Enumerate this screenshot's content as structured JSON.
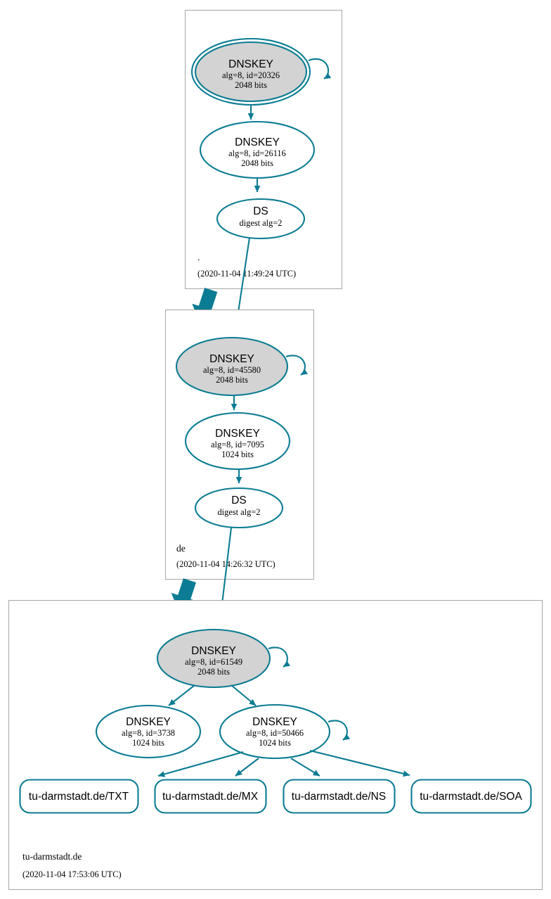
{
  "diagram": {
    "kind": "dnssec-authentication-chain",
    "colors": {
      "accent": "#0b7c93",
      "secure_key_fill": "#d3d3d3",
      "zone_border": "#a6a6a6",
      "node_fill": "#ffffff",
      "text": "#000000"
    }
  },
  "zones": [
    {
      "id": "root",
      "label": ".",
      "timestamp": "(2020-11-04 11:49:24 UTC)",
      "nodes": [
        {
          "id": "root-ksk",
          "type": "DNSKEY",
          "title": "DNSKEY",
          "line2": "alg=8, id=20326",
          "line3": "2048 bits",
          "alg": 8,
          "key_id": 20326,
          "bits": 2048,
          "role": "trust-anchor-ksk",
          "trust_anchor": true,
          "self_signed": true,
          "fill": "#d3d3d3"
        },
        {
          "id": "root-zsk",
          "type": "DNSKEY",
          "title": "DNSKEY",
          "line2": "alg=8, id=26116",
          "line3": "2048 bits",
          "alg": 8,
          "key_id": 26116,
          "bits": 2048,
          "role": "zsk",
          "trust_anchor": false,
          "self_signed": false,
          "fill": "#ffffff"
        },
        {
          "id": "root-ds",
          "type": "DS",
          "title": "DS",
          "line2": "digest alg=2",
          "line3": "",
          "role": "ds",
          "digest_alg": 2,
          "fill": "#ffffff"
        }
      ]
    },
    {
      "id": "de",
      "label": "de",
      "timestamp": "(2020-11-04 14:26:32 UTC)",
      "nodes": [
        {
          "id": "de-ksk",
          "type": "DNSKEY",
          "title": "DNSKEY",
          "line2": "alg=8, id=45580",
          "line3": "2048 bits",
          "alg": 8,
          "key_id": 45580,
          "bits": 2048,
          "role": "ksk",
          "trust_anchor": false,
          "self_signed": true,
          "fill": "#d3d3d3"
        },
        {
          "id": "de-zsk",
          "type": "DNSKEY",
          "title": "DNSKEY",
          "line2": "alg=8, id=7095",
          "line3": "1024 bits",
          "alg": 8,
          "key_id": 7095,
          "bits": 1024,
          "role": "zsk",
          "trust_anchor": false,
          "self_signed": false,
          "fill": "#ffffff"
        },
        {
          "id": "de-ds",
          "type": "DS",
          "title": "DS",
          "line2": "digest alg=2",
          "line3": "",
          "role": "ds",
          "digest_alg": 2,
          "fill": "#ffffff"
        }
      ]
    },
    {
      "id": "tud",
      "label": "tu-darmstadt.de",
      "timestamp": "(2020-11-04 17:53:06 UTC)",
      "nodes": [
        {
          "id": "tud-ksk",
          "type": "DNSKEY",
          "title": "DNSKEY",
          "line2": "alg=8, id=61549",
          "line3": "2048 bits",
          "alg": 8,
          "key_id": 61549,
          "bits": 2048,
          "role": "ksk",
          "trust_anchor": false,
          "self_signed": true,
          "fill": "#d3d3d3"
        },
        {
          "id": "tud-zsk-3738",
          "type": "DNSKEY",
          "title": "DNSKEY",
          "line2": "alg=8, id=3738",
          "line3": "1024 bits",
          "alg": 8,
          "key_id": 3738,
          "bits": 1024,
          "role": "zsk",
          "trust_anchor": false,
          "self_signed": false,
          "fill": "#ffffff"
        },
        {
          "id": "tud-zsk-50466",
          "type": "DNSKEY",
          "title": "DNSKEY",
          "line2": "alg=8, id=50466",
          "line3": "1024 bits",
          "alg": 8,
          "key_id": 50466,
          "bits": 1024,
          "role": "zsk",
          "trust_anchor": false,
          "self_signed": true,
          "fill": "#ffffff"
        }
      ],
      "rrsets": [
        {
          "id": "rr-txt",
          "label": "tu-darmstadt.de/TXT",
          "rrtype": "TXT"
        },
        {
          "id": "rr-mx",
          "label": "tu-darmstadt.de/MX",
          "rrtype": "MX"
        },
        {
          "id": "rr-ns",
          "label": "tu-darmstadt.de/NS",
          "rrtype": "NS"
        },
        {
          "id": "rr-soa",
          "label": "tu-darmstadt.de/SOA",
          "rrtype": "SOA"
        }
      ]
    }
  ],
  "edges": [
    {
      "from": "root-ksk",
      "to": "root-ksk",
      "kind": "self-sign"
    },
    {
      "from": "root-ksk",
      "to": "root-zsk",
      "kind": "rrsig"
    },
    {
      "from": "root-zsk",
      "to": "root-ds",
      "kind": "rrsig"
    },
    {
      "from": "root-ds",
      "to": "de-ksk",
      "kind": "ds-delegation"
    },
    {
      "from": "root",
      "to": "de",
      "kind": "zone-delegation"
    },
    {
      "from": "de-ksk",
      "to": "de-ksk",
      "kind": "self-sign"
    },
    {
      "from": "de-ksk",
      "to": "de-zsk",
      "kind": "rrsig"
    },
    {
      "from": "de-zsk",
      "to": "de-ds",
      "kind": "rrsig"
    },
    {
      "from": "de-ds",
      "to": "tud-ksk",
      "kind": "ds-delegation"
    },
    {
      "from": "de",
      "to": "tud",
      "kind": "zone-delegation"
    },
    {
      "from": "tud-ksk",
      "to": "tud-ksk",
      "kind": "self-sign"
    },
    {
      "from": "tud-ksk",
      "to": "tud-zsk-3738",
      "kind": "rrsig"
    },
    {
      "from": "tud-ksk",
      "to": "tud-zsk-50466",
      "kind": "rrsig"
    },
    {
      "from": "tud-zsk-50466",
      "to": "tud-zsk-50466",
      "kind": "self-sign"
    },
    {
      "from": "tud-zsk-50466",
      "to": "rr-txt",
      "kind": "rrsig"
    },
    {
      "from": "tud-zsk-50466",
      "to": "rr-mx",
      "kind": "rrsig"
    },
    {
      "from": "tud-zsk-50466",
      "to": "rr-ns",
      "kind": "rrsig"
    },
    {
      "from": "tud-zsk-50466",
      "to": "rr-soa",
      "kind": "rrsig"
    }
  ]
}
